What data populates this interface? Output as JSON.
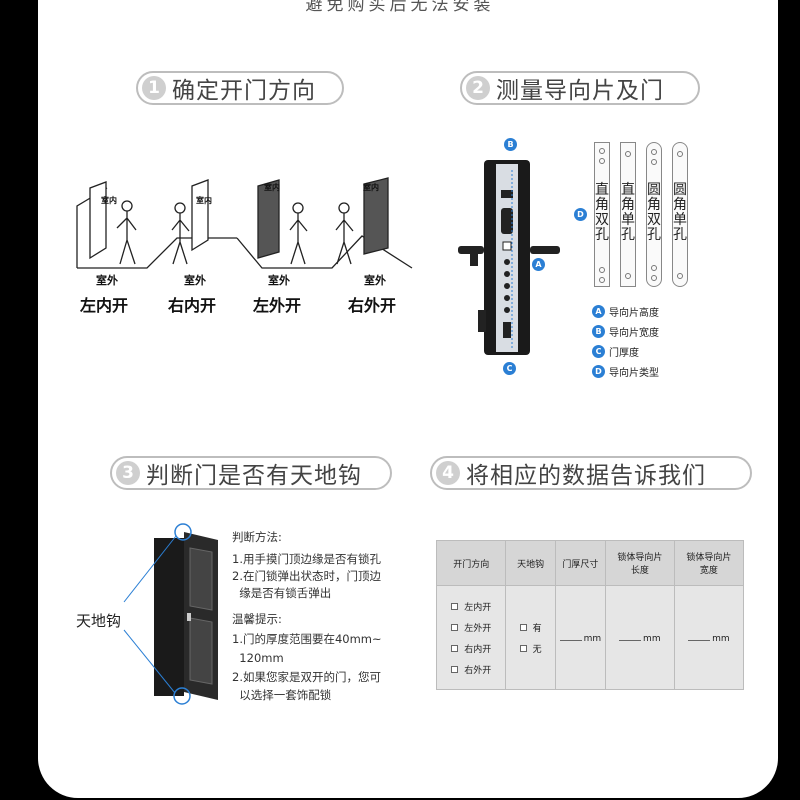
{
  "top_caption": "避免购买后无法安装",
  "steps": [
    {
      "num": "1",
      "title": "确定开门方向"
    },
    {
      "num": "2",
      "title": "测量导向片及门"
    },
    {
      "num": "3",
      "title": "判断门是否有天地钩"
    },
    {
      "num": "4",
      "title": "将相应的数据告诉我们"
    }
  ],
  "door_directions": [
    {
      "indoor": "室内",
      "outdoor": "室外",
      "name": "左内开"
    },
    {
      "indoor": "室内",
      "outdoor": "室外",
      "name": "右内开"
    },
    {
      "indoor": "室内",
      "outdoor": "室外",
      "name": "左外开"
    },
    {
      "indoor": "室内",
      "outdoor": "室外",
      "name": "右外开"
    }
  ],
  "strip_types": [
    {
      "line1": "直",
      "line2": "角",
      "line3": "双",
      "line4": "孔"
    },
    {
      "line1": "直",
      "line2": "角",
      "line3": "单",
      "line4": "孔"
    },
    {
      "line1": "圆",
      "line2": "角",
      "line3": "双",
      "line4": "孔"
    },
    {
      "line1": "圆",
      "line2": "角",
      "line3": "单",
      "line4": "孔"
    }
  ],
  "markers": {
    "a": "A",
    "b": "B",
    "c": "C",
    "d": "D"
  },
  "legend": [
    {
      "letter": "A",
      "text": "导向片高度"
    },
    {
      "letter": "B",
      "text": "导向片宽度"
    },
    {
      "letter": "C",
      "text": "门厚度"
    },
    {
      "letter": "D",
      "text": "导向片类型"
    }
  ],
  "hook_label": "天地钩",
  "method": {
    "title": "判断方法:",
    "lines": [
      "1.用手摸门顶边缘是否有锁孔",
      "2.在门锁弹出状态时，门顶边",
      "  缘是否有锁舌弹出"
    ],
    "tip_title": "温馨提示:",
    "tips": [
      "1.门的厚度范围要在40mm~",
      "  120mm",
      "2.如果您家是双开的门，您可",
      "  以选择一套饰配锁"
    ]
  },
  "table": {
    "headers": [
      "开门方向",
      "天地钩",
      "门厚尺寸",
      "锁体导向片长度",
      "锁体导向片宽度"
    ],
    "directions": [
      "左内开",
      "左外开",
      "右内开",
      "右外开"
    ],
    "hook_options": [
      "有",
      "无"
    ],
    "unit": "mm"
  },
  "colors": {
    "accent": "#2b7fd4",
    "pill_border": "#bdbdbd",
    "table_bg": "#e6e6e6"
  }
}
